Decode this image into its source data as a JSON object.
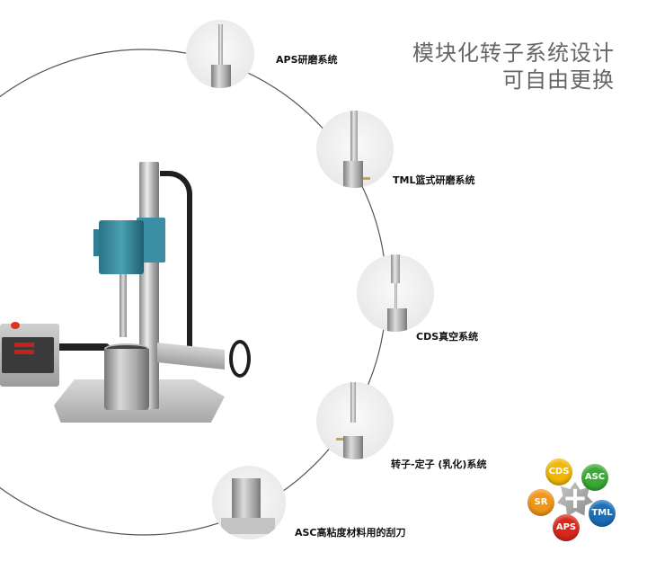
{
  "headline": {
    "line1": "模块化转子系统设计",
    "line2": "可自由更换"
  },
  "systems": [
    {
      "label": "APS研磨系统",
      "icon": "aps-grinding-module"
    },
    {
      "label": "TML篮式研磨系统",
      "icon": "tml-basket-mill-module"
    },
    {
      "label": "CDS真空系统",
      "icon": "cds-vacuum-module"
    },
    {
      "label": "转子-定子 (乳化)系统",
      "icon": "rotor-stator-emulsifying-module"
    },
    {
      "label": "ASC高粘度材料用的刮刀",
      "icon": "asc-scraper-module"
    }
  ],
  "logo": {
    "center_symbol": "+",
    "chips": [
      {
        "label": "CDS",
        "color": "#f2b705"
      },
      {
        "label": "ASC",
        "color": "#3aa935"
      },
      {
        "label": "SR",
        "color": "#f0961a"
      },
      {
        "label": "TML",
        "color": "#1a6fb8"
      },
      {
        "label": "APS",
        "color": "#d8281c"
      }
    ]
  },
  "colors": {
    "headline": "#666666",
    "arc": "#555555",
    "motor": "#3b8ea3"
  }
}
